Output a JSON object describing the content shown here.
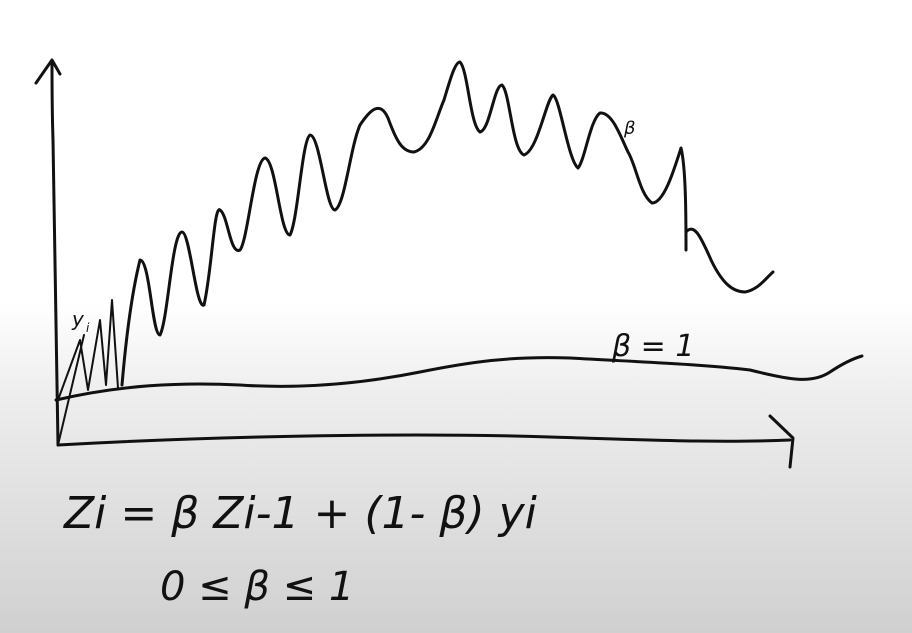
{
  "labels": {
    "signal": "y",
    "signal_sub": "i",
    "curve_label": "β",
    "flat_curve_label": "β = 1"
  },
  "formula": {
    "update": "Zi = β Zi-1 + (1- β) yi",
    "constraint": "0 ≤ β ≤ 1"
  }
}
